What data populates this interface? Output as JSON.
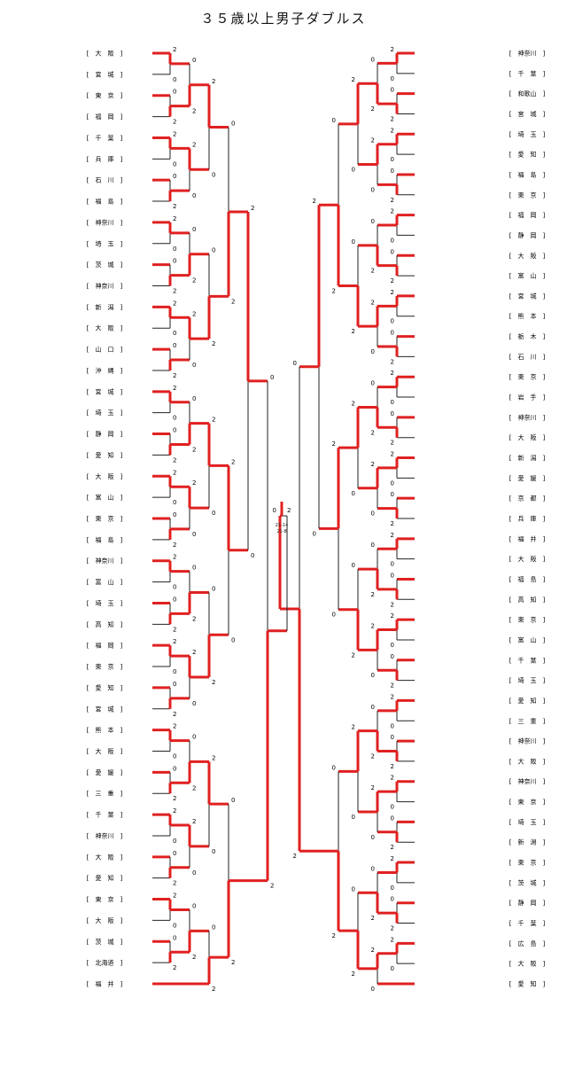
{
  "title": "３５歳以上男子ダブルス",
  "left_entries": [
    {
      "pref": "大　阪"
    },
    {
      "pref": "宮　城"
    },
    {
      "pref": "東　京"
    },
    {
      "pref": "福　岡"
    },
    {
      "pref": "千　葉"
    },
    {
      "pref": "兵　庫"
    },
    {
      "pref": "石　川"
    },
    {
      "pref": "福　島"
    },
    {
      "pref": "神奈川"
    },
    {
      "pref": "埼　玉"
    },
    {
      "pref": "茨　城"
    },
    {
      "pref": "神奈川"
    },
    {
      "pref": "新　潟"
    },
    {
      "pref": "大　阪"
    },
    {
      "pref": "山　口"
    },
    {
      "pref": "沖　縄"
    },
    {
      "pref": "宮　城"
    },
    {
      "pref": "埼　玉"
    },
    {
      "pref": "静　岡"
    },
    {
      "pref": "愛　知"
    },
    {
      "pref": "大　阪"
    },
    {
      "pref": "富　山"
    },
    {
      "pref": "東　京"
    },
    {
      "pref": "福　島"
    },
    {
      "pref": "神奈川"
    },
    {
      "pref": "富　山"
    },
    {
      "pref": "埼　玉"
    },
    {
      "pref": "高　知"
    },
    {
      "pref": "福　岡"
    },
    {
      "pref": "東　京"
    },
    {
      "pref": "愛　知"
    },
    {
      "pref": "宮　城"
    },
    {
      "pref": "熊　本"
    },
    {
      "pref": "大　阪"
    },
    {
      "pref": "愛　媛"
    },
    {
      "pref": "三　重"
    },
    {
      "pref": "千　葉"
    },
    {
      "pref": "神奈川"
    },
    {
      "pref": "大　阪"
    },
    {
      "pref": "愛　知"
    },
    {
      "pref": "東　京"
    },
    {
      "pref": "大　阪"
    },
    {
      "pref": "茨　城"
    },
    {
      "pref": "北海道"
    },
    {
      "pref": "福　井"
    }
  ],
  "right_entries": [
    {
      "pref": "神奈川"
    },
    {
      "pref": "千　葉"
    },
    {
      "pref": "和歌山"
    },
    {
      "pref": "宮　城"
    },
    {
      "pref": "埼　玉"
    },
    {
      "pref": "愛　知"
    },
    {
      "pref": "福　島"
    },
    {
      "pref": "東　京"
    },
    {
      "pref": "福　岡"
    },
    {
      "pref": "静　岡"
    },
    {
      "pref": "大　阪"
    },
    {
      "pref": "富　山"
    },
    {
      "pref": "宮　城"
    },
    {
      "pref": "熊　本"
    },
    {
      "pref": "栃　木"
    },
    {
      "pref": "石　川"
    },
    {
      "pref": "東　京"
    },
    {
      "pref": "岩　手"
    },
    {
      "pref": "神奈川"
    },
    {
      "pref": "大　阪"
    },
    {
      "pref": "新　潟"
    },
    {
      "pref": "愛　媛"
    },
    {
      "pref": "京　都"
    },
    {
      "pref": "兵　庫"
    },
    {
      "pref": "福　井"
    },
    {
      "pref": "大　阪"
    },
    {
      "pref": "福　島"
    },
    {
      "pref": "高　知"
    },
    {
      "pref": "東　京"
    },
    {
      "pref": "富　山"
    },
    {
      "pref": "千　葉"
    },
    {
      "pref": "埼　玉"
    },
    {
      "pref": "愛　知"
    },
    {
      "pref": "三　重"
    },
    {
      "pref": "神奈川"
    },
    {
      "pref": "大　阪"
    },
    {
      "pref": "神奈川"
    },
    {
      "pref": "東　京"
    },
    {
      "pref": "埼　玉"
    },
    {
      "pref": "新　潟"
    },
    {
      "pref": "東　京"
    },
    {
      "pref": "茨　城"
    },
    {
      "pref": "静　岡"
    },
    {
      "pref": "千　葉"
    },
    {
      "pref": "広　島"
    },
    {
      "pref": "大　阪"
    },
    {
      "pref": "愛　知"
    }
  ],
  "final": {
    "left_games": "0",
    "right_games": "2",
    "scores": [
      "21-14",
      "21-8"
    ]
  }
}
